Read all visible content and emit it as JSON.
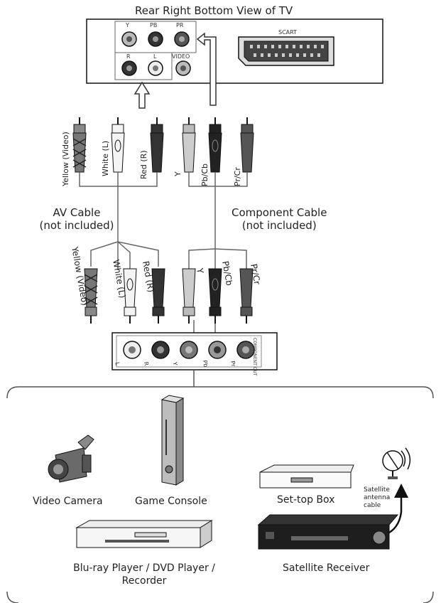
{
  "tv": {
    "title": "Rear Right Bottom View of TV",
    "component_jacks": [
      "Y",
      "PB",
      "PR"
    ],
    "audio_jacks": [
      "R",
      "L"
    ],
    "video_jack": "VIDEO",
    "scart_label": "SCART"
  },
  "upper_plugs": {
    "av": [
      "Yellow (Video)",
      "White (L)",
      "Red (R)"
    ],
    "component": [
      "Y",
      "Pb/Cb",
      "Pr/Cr"
    ]
  },
  "cables": {
    "av": [
      "AV Cable",
      "(not included)"
    ],
    "component": [
      "Component Cable",
      "(not included)"
    ]
  },
  "lower_plugs": {
    "av": [
      "Yellow (Video)",
      "White (L)",
      "Red (R)"
    ],
    "component": [
      "Y",
      "Pb/Cb",
      "Pr/Cr"
    ]
  },
  "device_panel": {
    "jack_labels": [
      "L",
      "R",
      "Y",
      "Pb",
      "Pr"
    ],
    "side_label": "COMPONENT OUT"
  },
  "devices": {
    "video_camera": "Video Camera",
    "game_console": "Game Console",
    "set_top_box": "Set-top Box",
    "bluray": [
      "Blu-ray Player / DVD Player /",
      "Recorder"
    ],
    "satellite_receiver": "Satellite Receiver",
    "satellite_cable": [
      "Satellite",
      "antenna",
      "cable"
    ]
  },
  "colors": {
    "line": "#111111",
    "panel_fill": "#ffffff",
    "gray_fill": "#9a9a9a",
    "dark_fill": "#3a3a3a",
    "arrow_outline": "#444444"
  }
}
